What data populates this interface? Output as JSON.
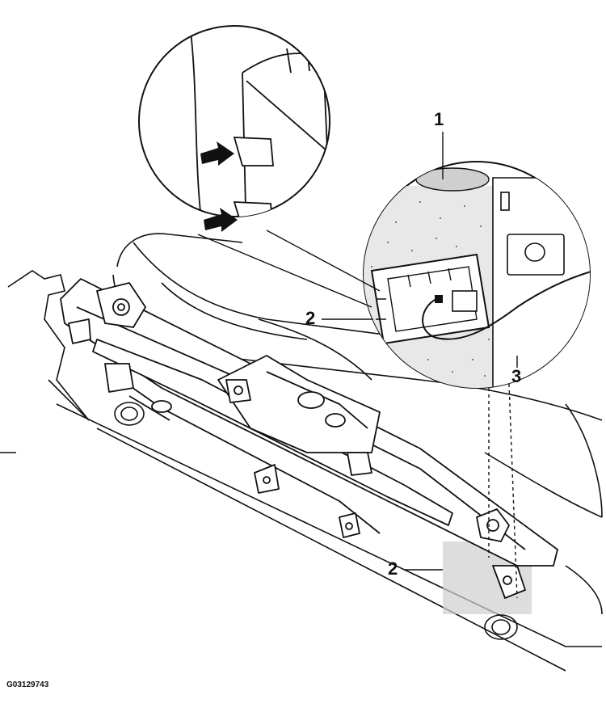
{
  "figure": {
    "id_label": "G03129743"
  },
  "callouts": [
    {
      "label": "1"
    },
    {
      "label": "2"
    },
    {
      "label": "3"
    },
    {
      "label": "2"
    }
  ],
  "colors": {
    "line": "#111111",
    "highlight_fill": "#cfcfcf",
    "speckle": "#555555"
  }
}
